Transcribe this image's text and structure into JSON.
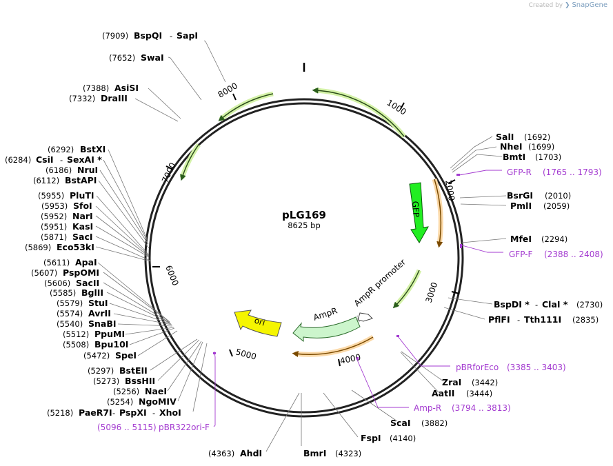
{
  "credit": {
    "prefix": "Created by",
    "brand": "SnapGene"
  },
  "plasmid": {
    "name": "pLG169",
    "size_label": "8625 bp"
  },
  "ticks": [
    "1000",
    "2000",
    "3000",
    "4000",
    "5000",
    "6000",
    "7000",
    "8000"
  ],
  "features": {
    "gfp": "GFP",
    "ampr": "AmpR",
    "ampr_promoter": "AmpR promoter",
    "ori": "ori"
  },
  "colors": {
    "gfp": "#22ee22",
    "ampr": "#ccf5cc",
    "ori": "#f5f500",
    "primer": "#a33ad0",
    "primer_bind": "#f5a940"
  },
  "right_sites": [
    {
      "name": "SalI",
      "pos": "(1692)"
    },
    {
      "name": "NheI",
      "pos": "(1699)"
    },
    {
      "name": "BmtI",
      "pos": "(1703)"
    },
    {
      "name": "BsrGI",
      "pos": "(2010)"
    },
    {
      "name": "PmlI",
      "pos": "(2059)"
    },
    {
      "name": "MfeI",
      "pos": "(2294)"
    },
    {
      "name": "BspDI *",
      "name2": "ClaI *",
      "pos": "(2730)"
    },
    {
      "name": "PflFI",
      "name2": "Tth111I",
      "pos": "(2835)"
    }
  ],
  "right_primers": [
    {
      "name": "GFP-R",
      "range": "(1765 .. 1793)"
    },
    {
      "name": "GFP-F",
      "range": "(2388 .. 2408)"
    },
    {
      "name": "pBRforEco",
      "range": "(3385 .. 3403)"
    }
  ],
  "bottom_sites": [
    {
      "name": "ZraI",
      "pos": "(3442)"
    },
    {
      "name": "AatII",
      "pos": "(3444)"
    },
    {
      "name": "ScaI",
      "pos": "(3882)"
    },
    {
      "name": "FspI",
      "pos": "(4140)"
    },
    {
      "name": "BmrI",
      "pos": "(4323)"
    },
    {
      "name": "AhdI",
      "pos": "(4363)"
    }
  ],
  "bottom_primer": {
    "name": "Amp-R",
    "range": "(3794 .. 3813)"
  },
  "left_top_sites": [
    {
      "pos": "(7909)",
      "name": "BspQI",
      "name2": "SapI"
    },
    {
      "pos": "(7652)",
      "name": "SwaI"
    },
    {
      "pos": "(7388)",
      "name": "AsiSI"
    },
    {
      "pos": "(7332)",
      "name": "DraIII"
    }
  ],
  "left_sites": [
    {
      "pos": "(6292)",
      "name": "BstXI"
    },
    {
      "pos": "(6284)",
      "name": "CsiI",
      "name2": "SexAI *"
    },
    {
      "pos": "(6186)",
      "name": "NruI"
    },
    {
      "pos": "(6112)",
      "name": "BstAPI"
    },
    {
      "pos": "(5955)",
      "name": "PluTI"
    },
    {
      "pos": "(5953)",
      "name": "SfoI"
    },
    {
      "pos": "(5952)",
      "name": "NarI"
    },
    {
      "pos": "(5951)",
      "name": "KasI"
    },
    {
      "pos": "(5871)",
      "name": "SacI"
    },
    {
      "pos": "(5869)",
      "name": "Eco53kI"
    },
    {
      "pos": "(5611)",
      "name": "ApaI"
    },
    {
      "pos": "(5607)",
      "name": "PspOMI"
    },
    {
      "pos": "(5606)",
      "name": "SacII"
    },
    {
      "pos": "(5585)",
      "name": "BglII"
    },
    {
      "pos": "(5579)",
      "name": "StuI"
    },
    {
      "pos": "(5574)",
      "name": "AvrII"
    },
    {
      "pos": "(5540)",
      "name": "SnaBI"
    },
    {
      "pos": "(5512)",
      "name": "PpuMI"
    },
    {
      "pos": "(5508)",
      "name": "Bpu10I"
    },
    {
      "pos": "(5472)",
      "name": "SpeI"
    },
    {
      "pos": "(5297)",
      "name": "BstEII"
    },
    {
      "pos": "(5273)",
      "name": "BssHII"
    },
    {
      "pos": "(5256)",
      "name": "NaeI"
    },
    {
      "pos": "(5254)",
      "name": "NgoMIV"
    },
    {
      "pos": "(5218)",
      "name": "PaeR7I",
      "name2": "PspXI",
      "name3": "XhoI"
    }
  ],
  "left_primer": {
    "range": "(5096 .. 5115)",
    "name": "pBR322ori-F"
  }
}
